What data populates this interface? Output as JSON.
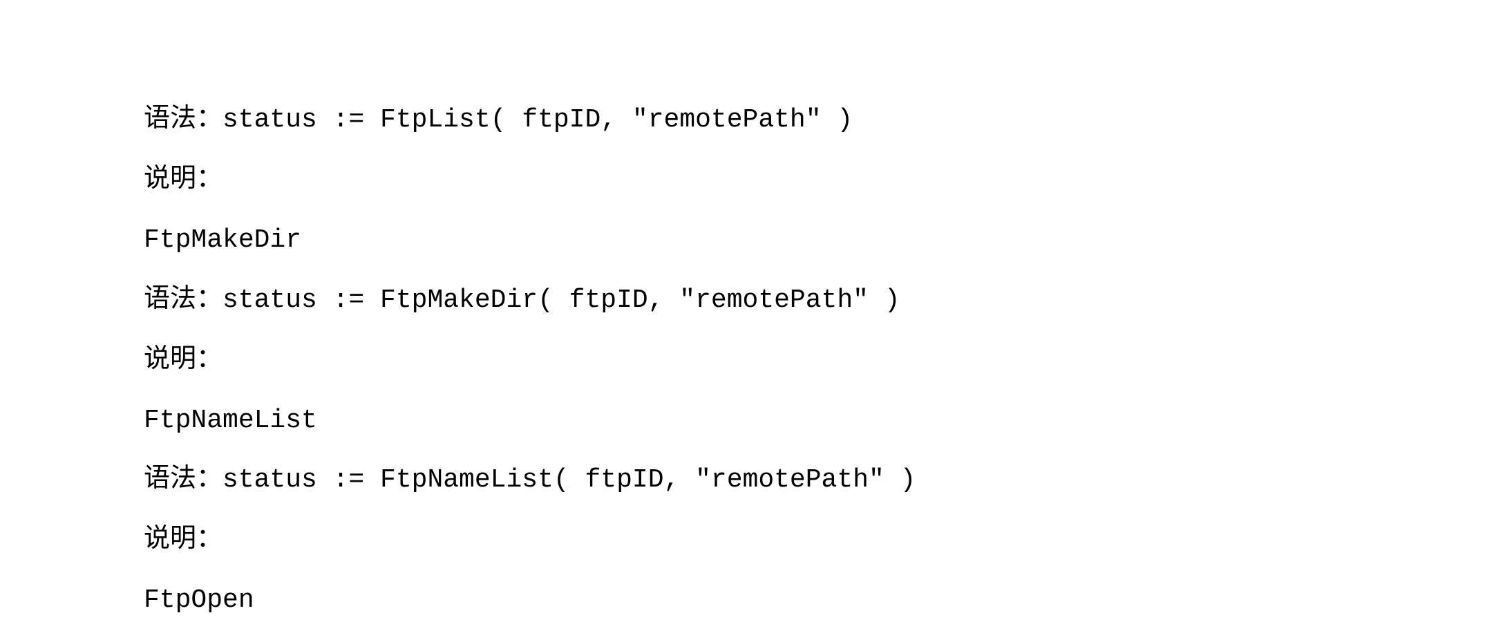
{
  "document": {
    "lines": [
      "语法：status := FtpList( ftpID, \"remotePath\" )",
      "说明：",
      "FtpMakeDir",
      "语法：status := FtpMakeDir( ftpID, \"remotePath\" )",
      "说明：",
      "FtpNameList",
      "语法：status := FtpNameList( ftpID, \"remotePath\" )",
      "说明：",
      "FtpOpen"
    ]
  }
}
